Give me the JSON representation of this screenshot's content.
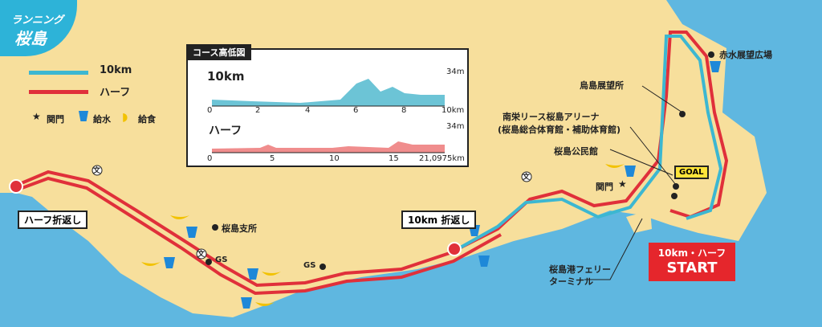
{
  "logo": {
    "line1": "ランニング",
    "line2": "桜島"
  },
  "legend": {
    "ten_km": {
      "label": "10km",
      "color": "#3cb7d1"
    },
    "half": {
      "label": "ハーフ",
      "color": "#e0303a"
    },
    "gate": "関門",
    "water": "給水",
    "food": "給食"
  },
  "elevation": {
    "title": "コース高低図",
    "ten_km": {
      "label": "10km",
      "max_label": "34m",
      "ticks": [
        "0",
        "2",
        "4",
        "6",
        "8",
        "10km"
      ],
      "color": "#6cc4d6"
    },
    "half": {
      "label": "ハーフ",
      "max_label": "34m",
      "ticks": [
        "0",
        "5",
        "10",
        "15",
        "21,0975km"
      ],
      "color": "#f08d8d"
    }
  },
  "places": {
    "akamizu": "赤水展望広場",
    "karasujima": "烏島展望所",
    "arena_line1": "南栄リース桜島アリーナ",
    "arena_line2": "(桜島総合体育館・補助体育館)",
    "kominkan": "桜島公民館",
    "shisho": "桜島支所",
    "gs1": "GS",
    "gs2": "GS",
    "ferry_line1": "桜島港フェリー",
    "ferry_line2": "ターミナル",
    "gate_label": "関門"
  },
  "turnarounds": {
    "half": "ハーフ折返し",
    "ten_km": "10km 折返し"
  },
  "start": {
    "line1": "10km・ハーフ",
    "line2": "START"
  },
  "goal": "GOAL",
  "school_symbol": "文"
}
